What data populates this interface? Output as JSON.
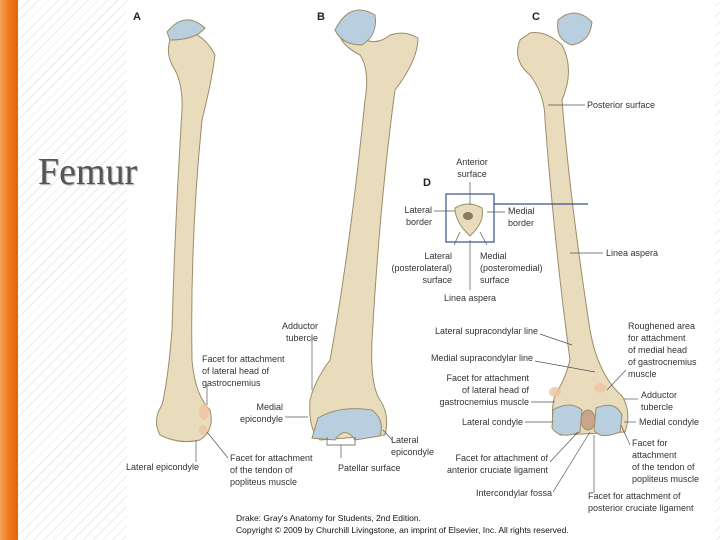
{
  "slide": {
    "title": "Femur",
    "accent_color": "#ef7a1a"
  },
  "figure": {
    "panel_letters": [
      "A",
      "B",
      "C",
      "D"
    ],
    "labels": {
      "posterior_surface": "Posterior surface",
      "anterior_surface": "Anterior\nsurface",
      "lateral_border": "Lateral\nborder",
      "medial_border": "Medial\nborder",
      "lateral_surface": "Lateral\n(posterolateral)\nsurface",
      "medial_surface": "Medial\n(posteromedial)\nsurface",
      "linea_aspera_d": "Linea aspera",
      "linea_aspera_c": "Linea aspera",
      "lateral_supracondylar": "Lateral supracondylar line",
      "medial_supracondylar": "Medial supracondylar line",
      "facet_lat_head_c": "Facet for attachment\nof lateral head of\ngastrocnemius muscle",
      "lateral_condyle": "Lateral condyle",
      "facet_acl": "Facet for attachment of\nanterior cruciate ligament",
      "intercondylar_fossa": "Intercondylar fossa",
      "facet_pcl": "Facet for attachment of\nposterior cruciate ligament",
      "roughened_area": "Roughened area\nfor attachment\nof medial head\nof gastrocnemius\nmuscle",
      "adductor_tubercle_c": "Adductor\ntubercle",
      "medial_condyle": "Medial condyle",
      "facet_popliteus_c": "Facet for\nattachment\nof the tendon of\npopliteus muscle",
      "facet_lat_head_a": "Facet for attachment\nof lateral head of\ngastrocnemius",
      "lateral_epicondyle_a": "Lateral epicondyle",
      "facet_popliteus_a": "Facet for attachment\nof the tendon of\npopliteus muscle",
      "adductor_tubercle_b": "Adductor\ntubercle",
      "medial_epicondyle": "Medial\nepicondyle",
      "lateral_epicondyle_b": "Lateral\nepicondyle",
      "patellar_surface": "Patellar surface"
    },
    "credit": [
      "Drake: Gray's Anatomy for Students, 2nd Edition.",
      "Copyright © 2009 by Churchill Livingstone, an imprint of Elsevier, Inc. All rights reserved."
    ],
    "colors": {
      "bone": "#e8dcbc",
      "cartilage": "#b9cfe0",
      "facet": "#f2c3a2"
    }
  }
}
